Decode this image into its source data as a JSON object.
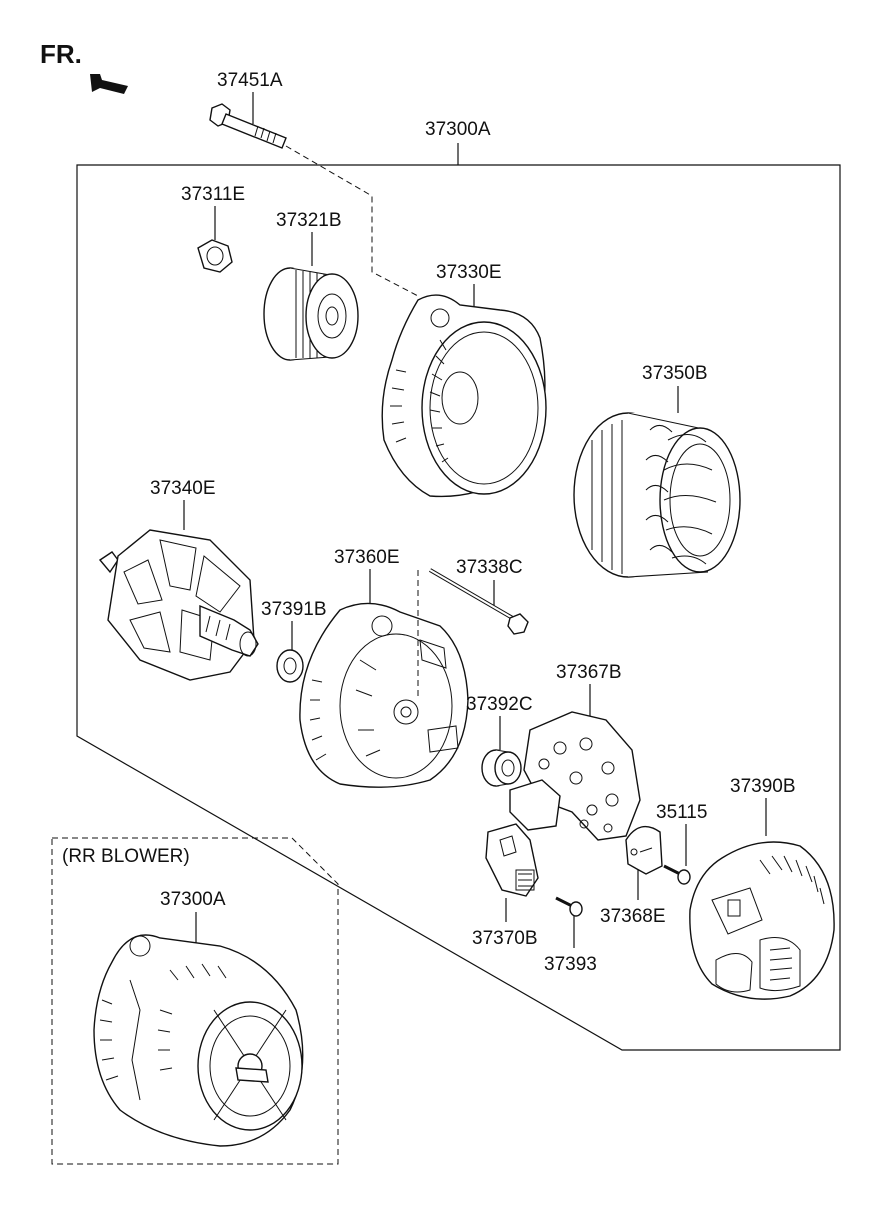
{
  "header": {
    "direction_label": "FR."
  },
  "inset": {
    "title": "(RR BLOWER)",
    "part": "37300A"
  },
  "parts": {
    "p37451A": "37451A",
    "p37300A": "37300A",
    "p37311E": "37311E",
    "p37321B": "37321B",
    "p37330E": "37330E",
    "p37350B": "37350B",
    "p37340E": "37340E",
    "p37360E": "37360E",
    "p37338C": "37338C",
    "p37391B": "37391B",
    "p37367B": "37367B",
    "p37392C": "37392C",
    "p37390B": "37390B",
    "p35115": "35115",
    "p37368E": "37368E",
    "p37370B": "37370B",
    "p37393": "37393"
  }
}
